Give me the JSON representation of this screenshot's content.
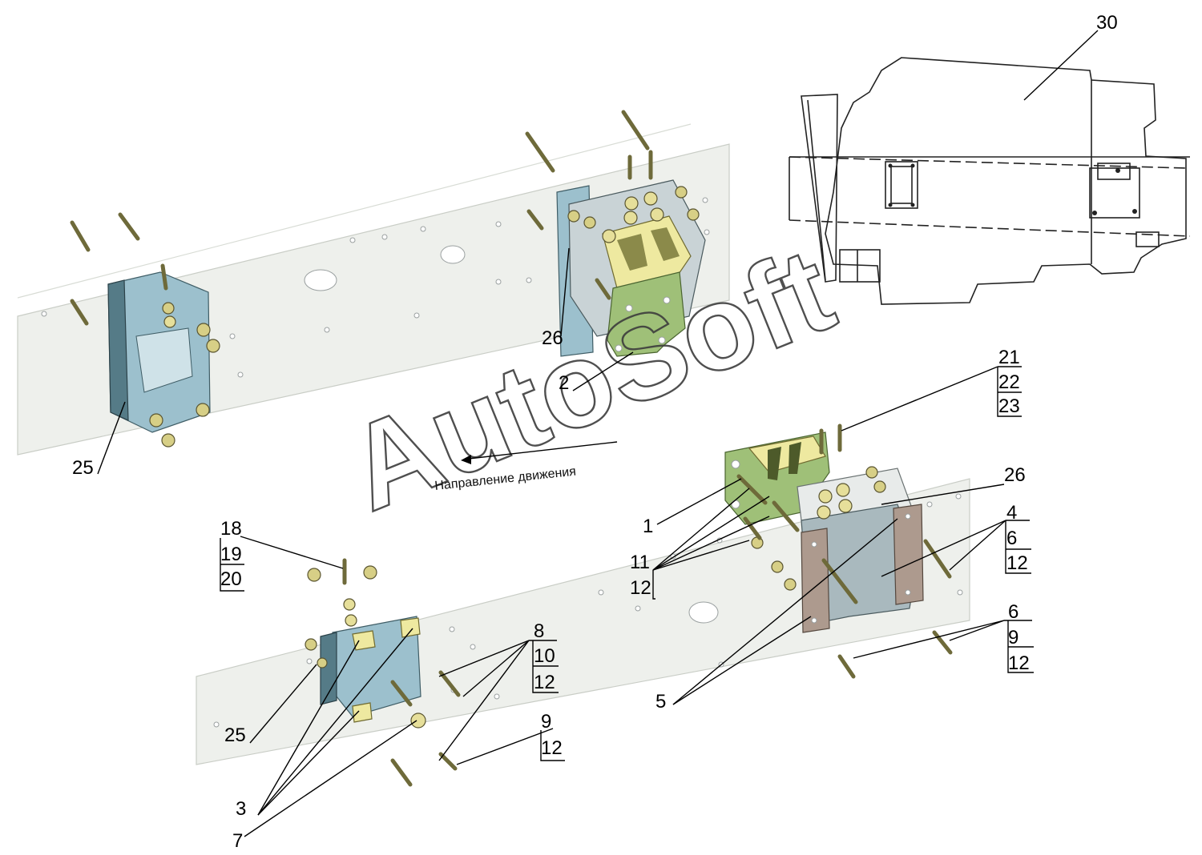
{
  "watermark": "AutoSoft",
  "direction_label": "Направление движения",
  "callouts": {
    "c30": "30",
    "c26a": "26",
    "c2": "2",
    "c25a": "25",
    "c21": "21",
    "c22": "22",
    "c23": "23",
    "c26b": "26",
    "c1": "1",
    "c4": "4",
    "c6a": "6",
    "c12a": "12",
    "c11": "11",
    "c12b": "12",
    "c18": "18",
    "c19": "19",
    "c20": "20",
    "c8": "8",
    "c10": "10",
    "c12c": "12",
    "c6b": "6",
    "c9a": "9",
    "c12d": "12",
    "c5": "5",
    "c25b": "25",
    "c9b": "9",
    "c12e": "12",
    "c3": "3",
    "c7": "7"
  },
  "colors": {
    "rail": "#eef0ec",
    "bracket_blue": "#9cc0cd",
    "plate_green": "#9fc078",
    "plate_yellow": "#eee9a0",
    "plate_brown": "#ad9a8e",
    "hardware": "#d7cf86"
  }
}
